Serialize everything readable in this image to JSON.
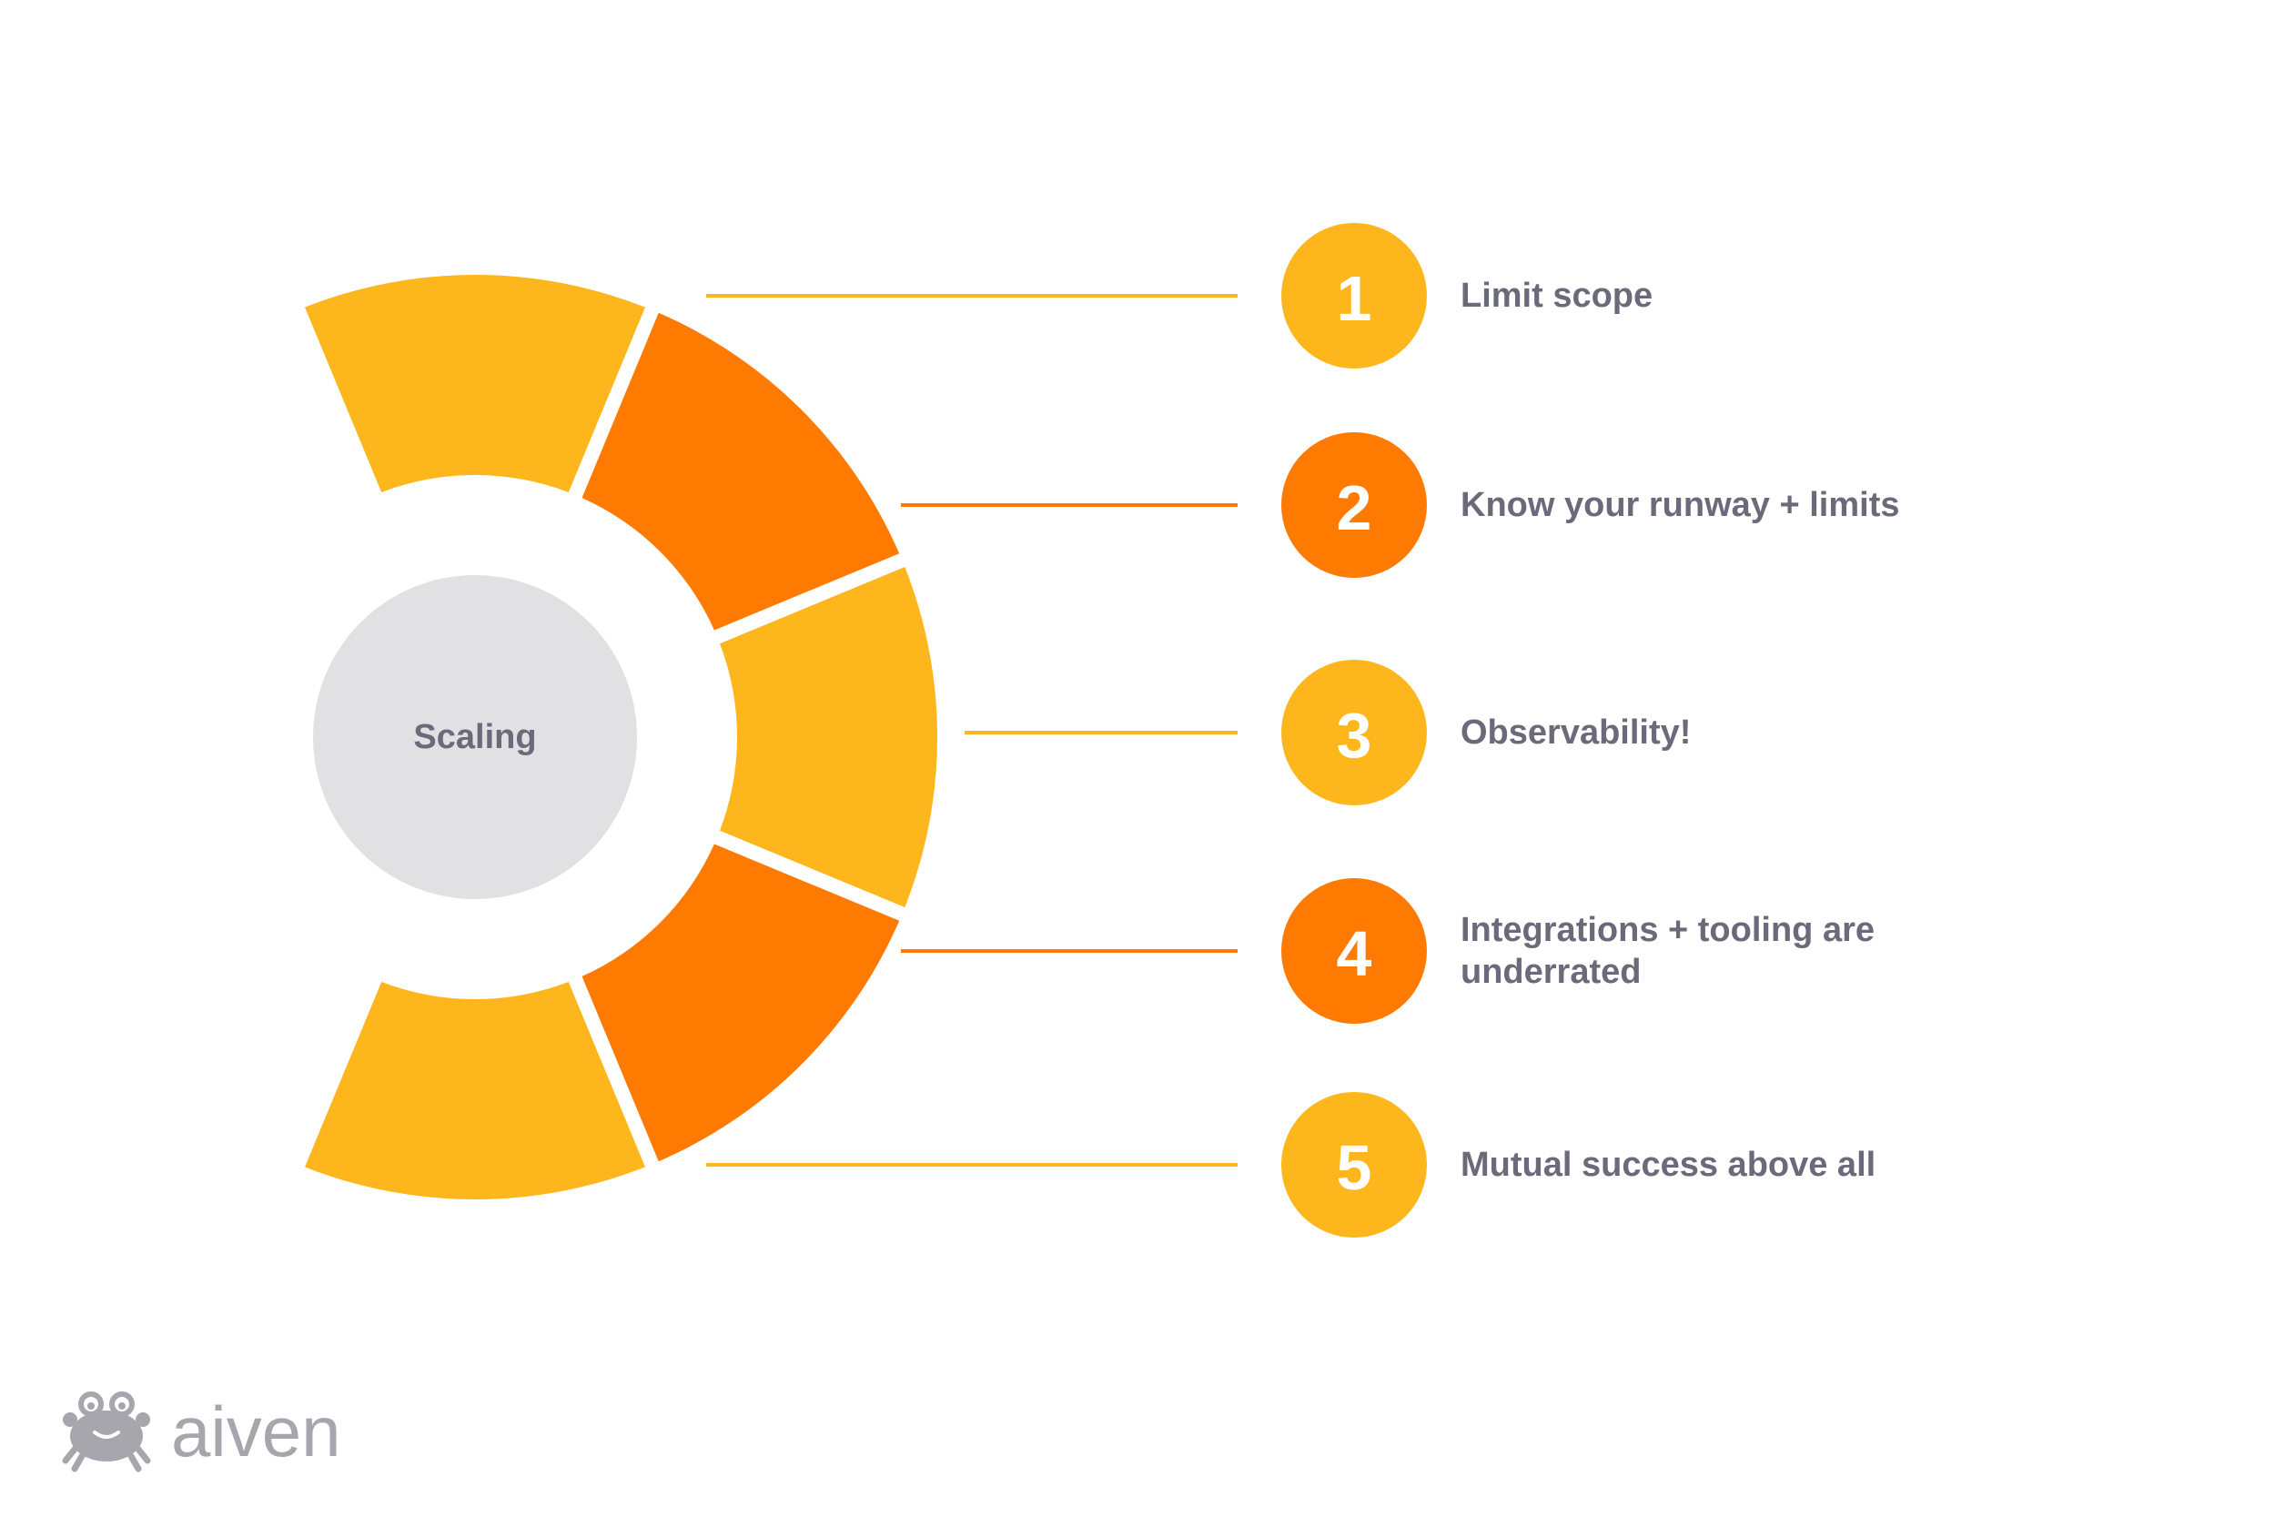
{
  "diagram": {
    "hub_label": "Scaling",
    "colors": {
      "yellow": "#FDB71D",
      "orange": "#FF7A00",
      "hub_fill": "#E1E1E3",
      "text": "#6B6A7A",
      "logo": "#A7A6AC",
      "number_text": "#FFFFFF"
    },
    "segment_colors": [
      "yellow",
      "orange",
      "yellow",
      "orange",
      "yellow"
    ],
    "steps": [
      {
        "number": "1",
        "lines": [
          "Limit scope"
        ],
        "color": "yellow"
      },
      {
        "number": "2",
        "lines": [
          "Know your runway + limits"
        ],
        "color": "orange"
      },
      {
        "number": "3",
        "lines": [
          "Observability!"
        ],
        "color": "yellow"
      },
      {
        "number": "4",
        "lines": [
          "Integrations + tooling are",
          "underrated"
        ],
        "color": "orange"
      },
      {
        "number": "5",
        "lines": [
          "Mutual success above all"
        ],
        "color": "yellow"
      }
    ]
  },
  "logo": {
    "text": "aiven",
    "icon": "crab-icon"
  }
}
